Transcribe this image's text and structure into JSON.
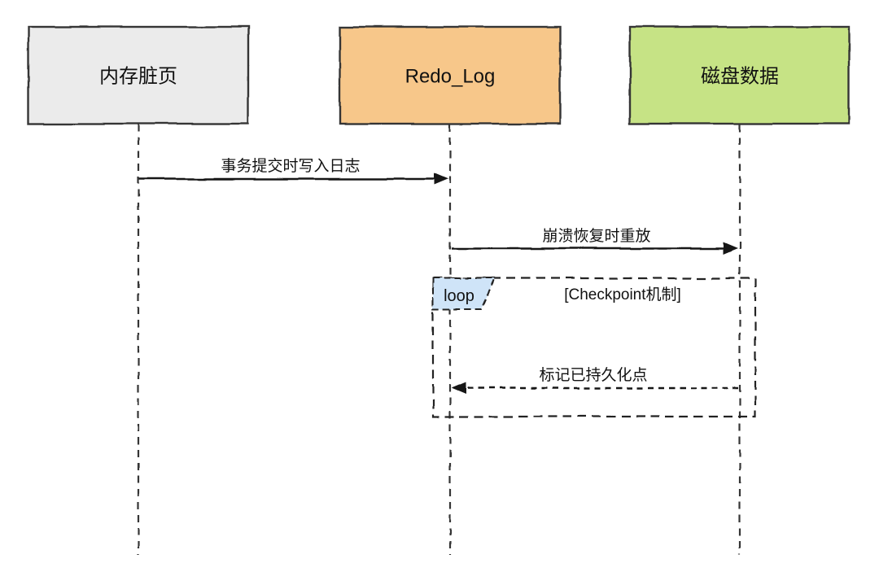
{
  "diagram": {
    "type": "sequence-diagram",
    "participants": [
      {
        "label": "内存脏页",
        "fill": "#ebebeb"
      },
      {
        "label": "Redo_Log",
        "fill": "#f7c78a"
      },
      {
        "label": "磁盘数据",
        "fill": "#c6e385"
      }
    ],
    "messages": [
      {
        "from": "内存脏页",
        "to": "Redo_Log",
        "label": "事务提交时写入日志",
        "line": "solid"
      },
      {
        "from": "Redo_Log",
        "to": "磁盘数据",
        "label": "崩溃恢复时重放",
        "line": "solid"
      },
      {
        "from": "磁盘数据",
        "to": "Redo_Log",
        "label": "标记已持久化点",
        "line": "dashed"
      }
    ],
    "fragment": {
      "operator": "loop",
      "condition": "[Checkpoint机制]",
      "label_fill": "#cfe4f8"
    },
    "colors": {
      "background": "#ffffff",
      "stroke": "#343434",
      "arrow": "#161616",
      "text": "#111111"
    }
  }
}
